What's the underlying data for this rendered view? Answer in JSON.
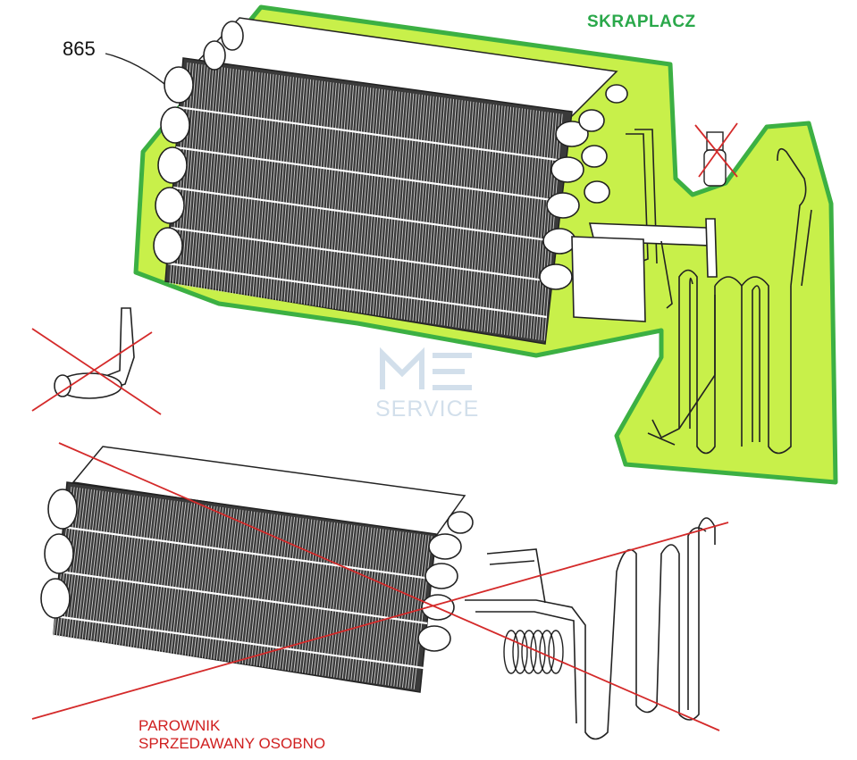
{
  "labels": {
    "part_number": "865",
    "condenser": "SKRAPLACZ",
    "evaporator_line1": "PAROWNIK",
    "evaporator_line2": "SPRZEDAWANY OSOBNO"
  },
  "watermark": {
    "text": "SERVICE"
  },
  "colors": {
    "highlight_fill": "#c8f04a",
    "highlight_stroke": "#3cb043",
    "strike": "#d42a2a",
    "line": "#222222"
  },
  "icons": {
    "watermark_logo": "me-logo-icon"
  }
}
